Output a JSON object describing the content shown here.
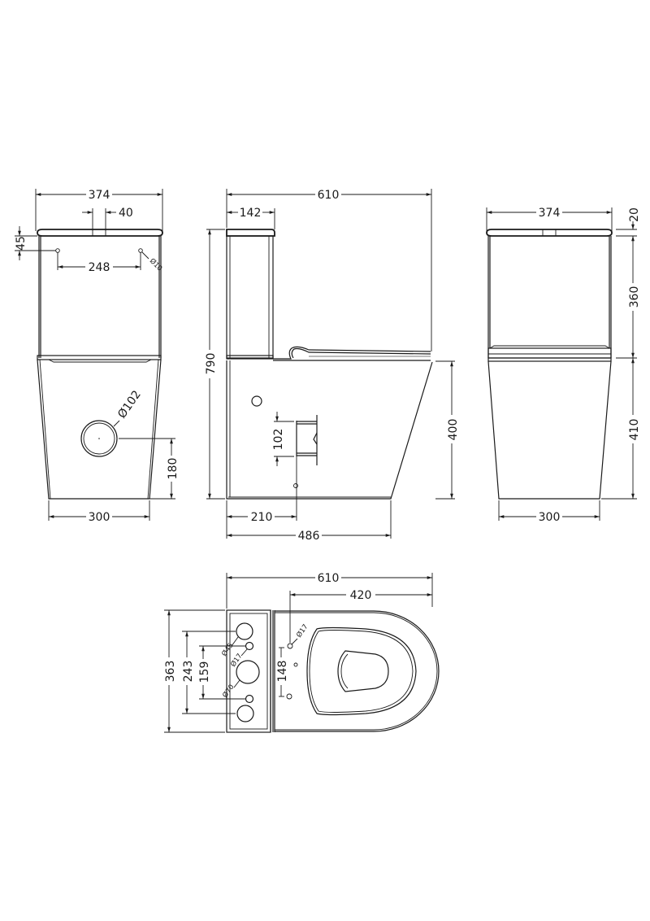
{
  "drawing": {
    "units": "mm",
    "background": "#ffffff",
    "line_color": "#1a1a1a"
  },
  "front_view": {
    "overall_width": "374",
    "button_width": "40",
    "lid_offset": "45",
    "fixing_spacing": "248",
    "fixing_hole": "Ø10",
    "waste_diameter": "Ø102",
    "waste_height": "180",
    "base_width": "300"
  },
  "side_view": {
    "overall_depth": "610",
    "cistern_depth": "142",
    "overall_height": "790",
    "pan_height": "400",
    "outlet_height": "102",
    "outlet_distance": "210",
    "pan_depth": "486"
  },
  "rear_view": {
    "overall_width": "374",
    "lid_thickness": "20",
    "cistern_height": "360",
    "pan_height": "410",
    "base_width": "300"
  },
  "plan_view": {
    "overall_depth": "610",
    "seat_depth": "420",
    "overall_width": "363",
    "inlet_spacing": "243",
    "outlet_spacing": "159",
    "fixing_spacing": "148",
    "hole_a": "Ø45",
    "hole_b": "Ø17",
    "hole_c": "Ø70",
    "fixing_hole": "Ø17"
  }
}
